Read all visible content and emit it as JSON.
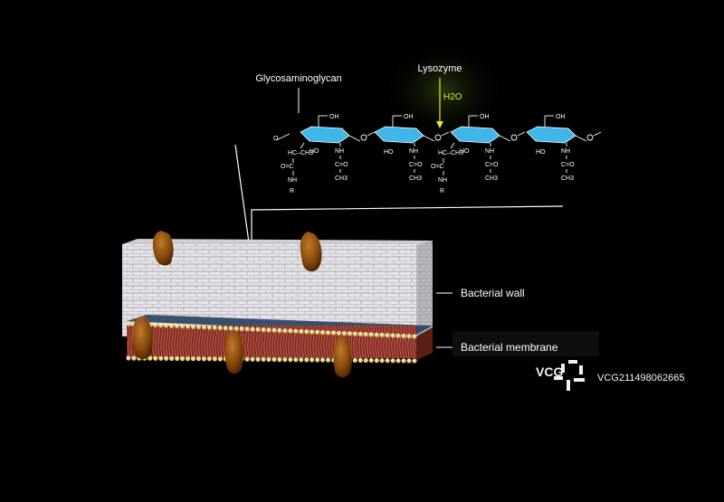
{
  "labels": {
    "glycosaminoglycan": "Glycosaminoglycan",
    "lysozyme": "Lysozyme",
    "water": "H2O",
    "bacterial_wall": "Bacterial wall",
    "bacterial_membrane": "Bacterial membrane"
  },
  "chem": {
    "oh": "OH",
    "ho": "HO",
    "nh": "NH",
    "c_o": "C=O",
    "ch3": "CH3",
    "hc_ch3": "HC–CH3",
    "o_c": "O=C",
    "nh_r": "NH",
    "r": "R",
    "o": "O"
  },
  "watermark": {
    "logo": "VCG",
    "id": "VCG211498062665"
  },
  "colors": {
    "background": "#000000",
    "sugar_ring": "#3fb6e8",
    "lysozyme_arrow": "#e8e82a",
    "protein": "#8a4a0c",
    "lipid_head": "#f0e08a",
    "lipid_tail": "#c8564a",
    "brick": "#e6e6ea"
  },
  "icons": [
    "lysozyme-arrow",
    "vcg-logo"
  ]
}
